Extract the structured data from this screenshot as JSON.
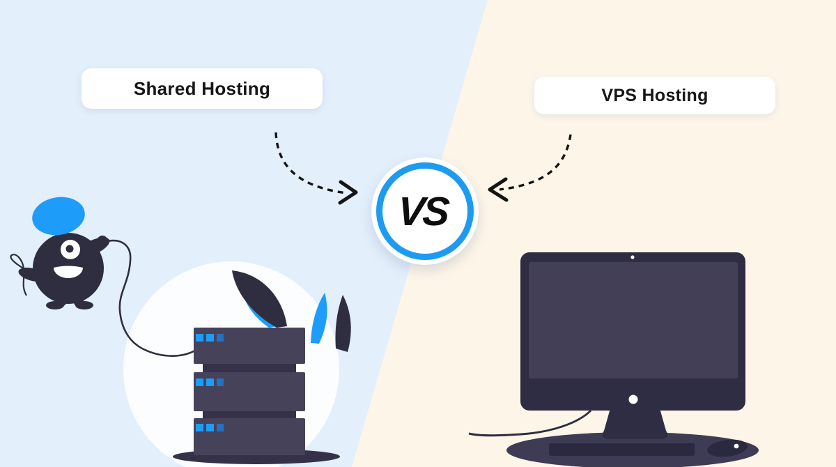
{
  "labels": {
    "left": "Shared Hosting",
    "right": "VPS Hosting"
  },
  "badge": {
    "vs": "VS"
  },
  "icons": {
    "center": [
      "vs-badge",
      "dashed-arrow-left-icon",
      "dashed-arrow-right-icon"
    ],
    "left_panel": [
      "monster-mascot-icon",
      "server-stack-icon",
      "leaf-decoration-icon",
      "backdrop-circle"
    ],
    "right_panel": [
      "desktop-computer-icon",
      "keyboard-icon",
      "mouse-icon"
    ]
  },
  "colors": {
    "bg_left": "#E3EFFB",
    "bg_right": "#FDF6E8",
    "pill_text": "#161616",
    "ring": "#1D9BF0",
    "vs_text": "#0E0E0E",
    "ink": "#141414",
    "dark": "#2F2E41",
    "slate": "#454259",
    "slate_dark": "#343149",
    "bezel": "#2F2D43",
    "screen": "#423F56",
    "base": "#3E3B54",
    "device_dark": "#2B2940",
    "accent": "#1E9CFA",
    "accent_dark": "#2670C2",
    "backdrop": "#FBFDFF"
  }
}
